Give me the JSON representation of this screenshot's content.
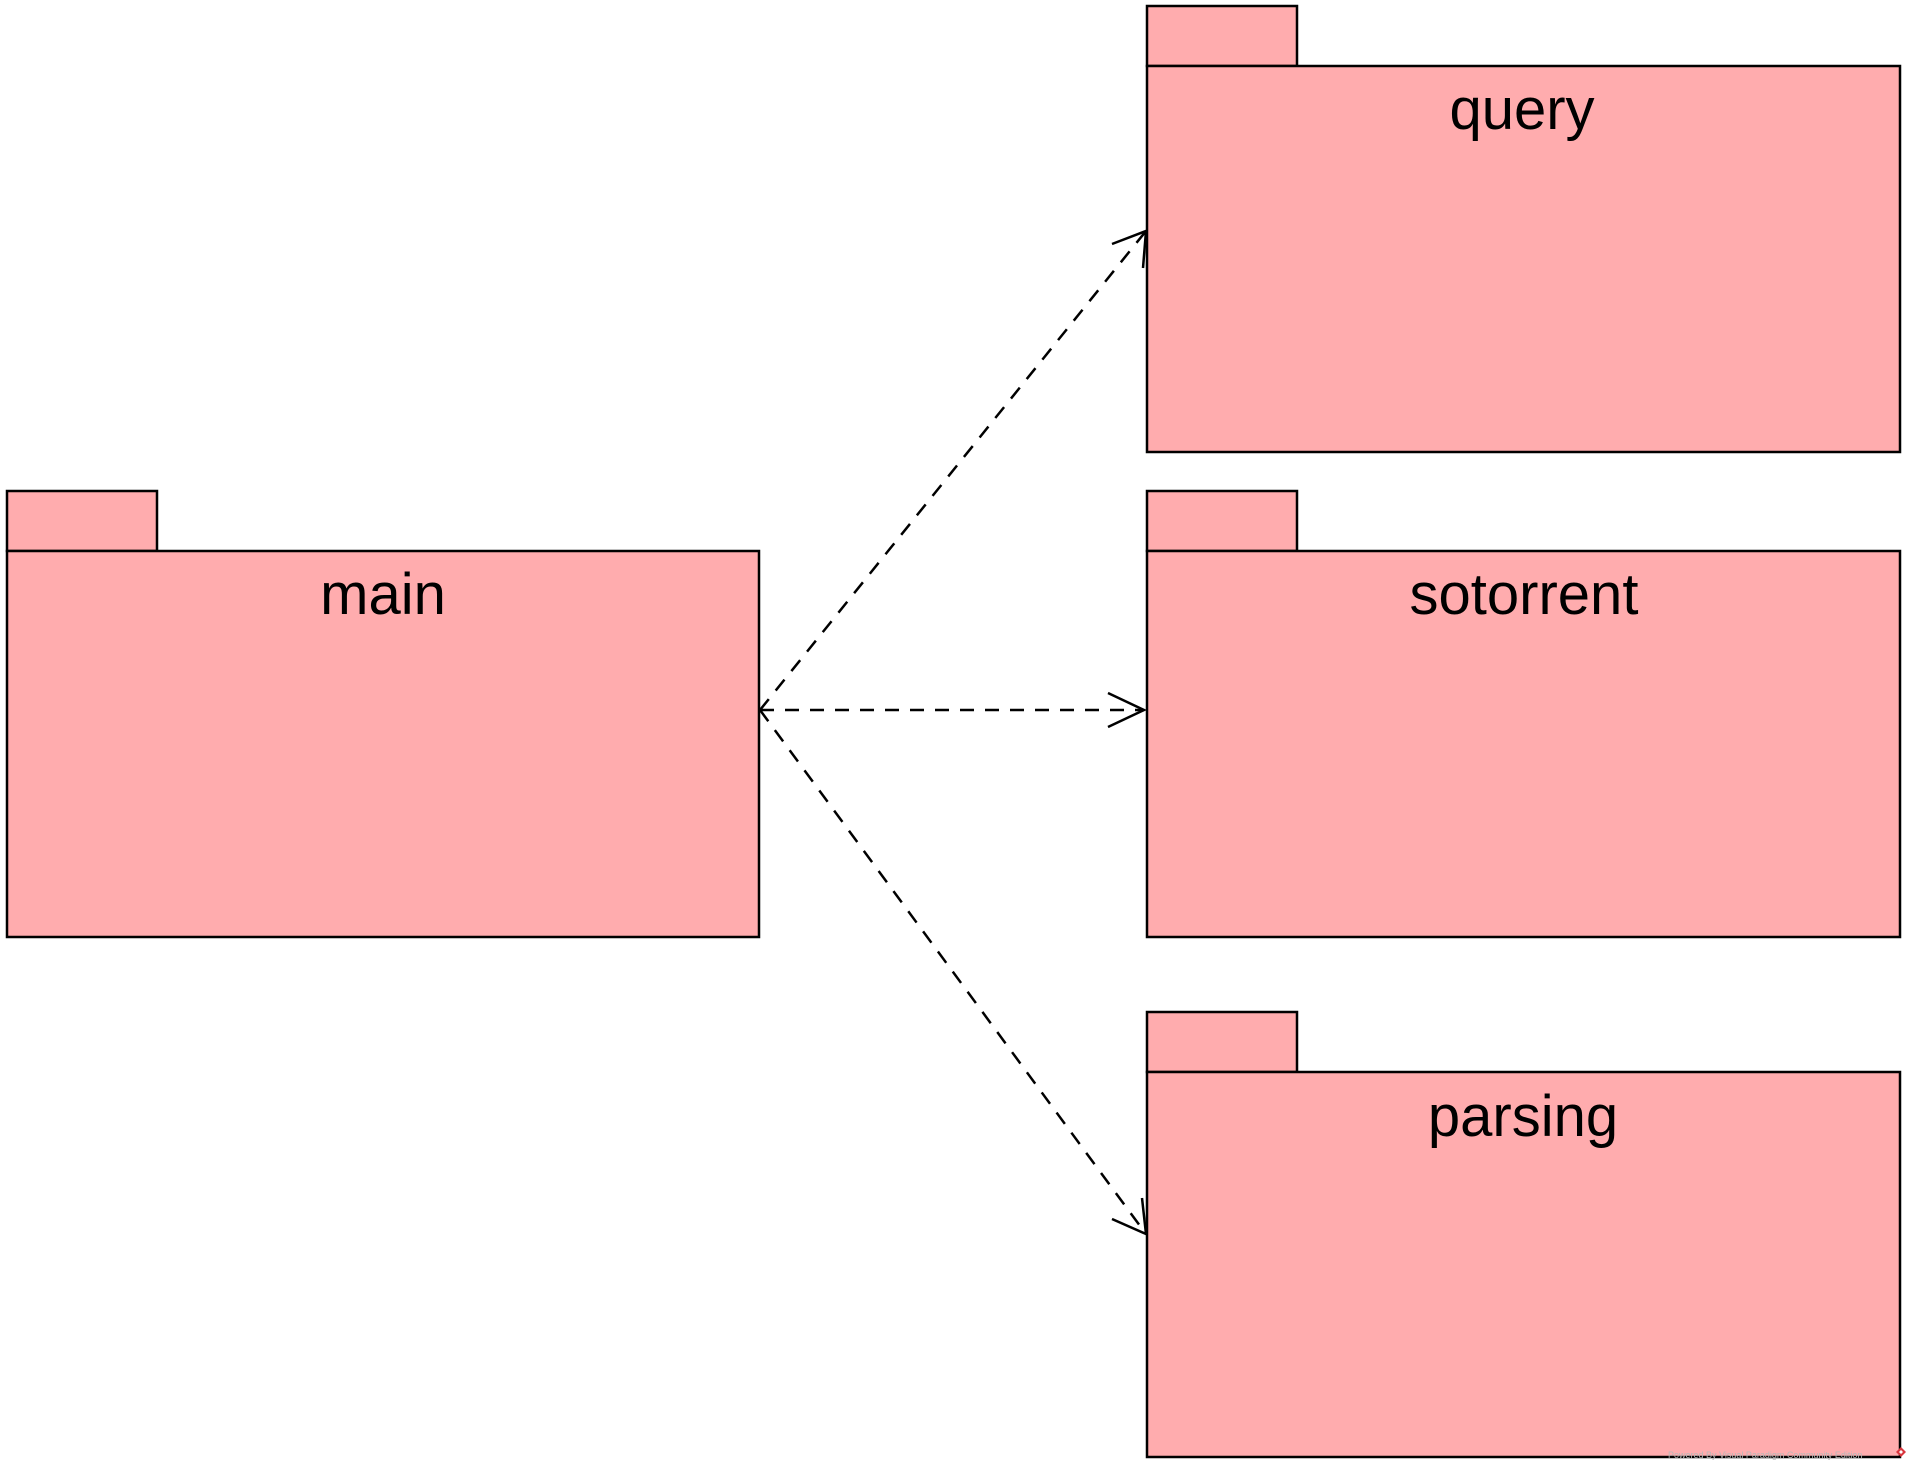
{
  "diagram": {
    "type": "uml-package-diagram",
    "colors": {
      "package_fill": "#ffacae",
      "stroke": "#000000",
      "background": "#ffffff"
    },
    "packages": [
      {
        "id": "main",
        "label": "main"
      },
      {
        "id": "query",
        "label": "query"
      },
      {
        "id": "sotorrent",
        "label": "sotorrent"
      },
      {
        "id": "parsing",
        "label": "parsing"
      }
    ],
    "dependencies": [
      {
        "from": "main",
        "to": "query",
        "style": "dashed-open-arrow"
      },
      {
        "from": "main",
        "to": "sotorrent",
        "style": "dashed-open-arrow"
      },
      {
        "from": "main",
        "to": "parsing",
        "style": "dashed-open-arrow"
      }
    ],
    "watermark": {
      "text": "Powered By Visual Paradigm Community Edition"
    }
  }
}
